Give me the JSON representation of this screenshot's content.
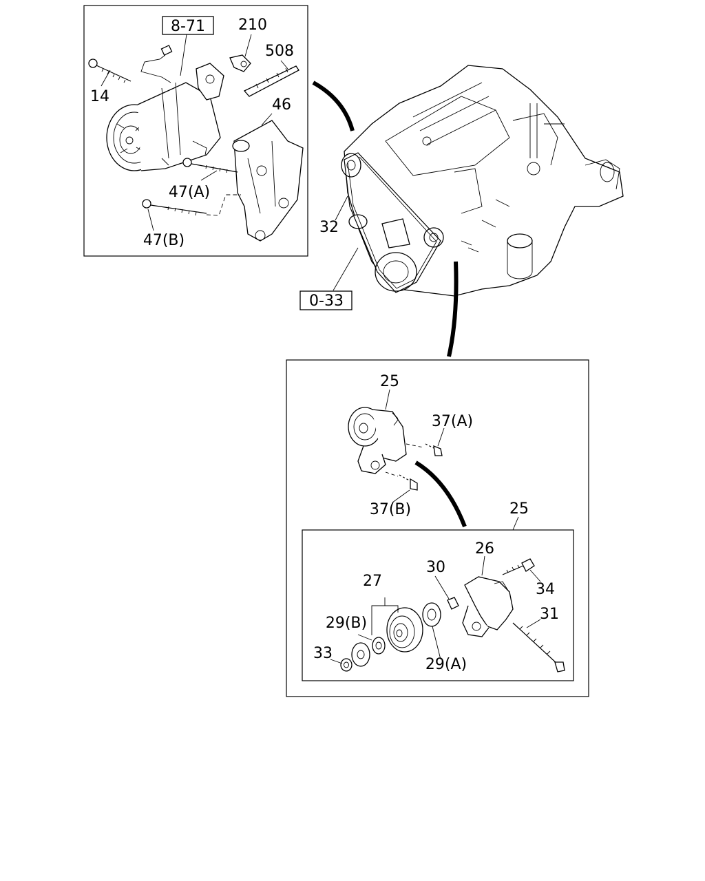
{
  "callouts": {
    "ref_8_71": "8-71",
    "p210": "210",
    "p508": "508",
    "p14": "14",
    "p46": "46",
    "p47a": "47(A)",
    "p47b": "47(B)",
    "p32": "32",
    "ref_0_33": "0-33",
    "p25_top": "25",
    "p37a": "37(A)",
    "p37b": "37(B)",
    "p25_sub": "25",
    "p26": "26",
    "p27": "27",
    "p30": "30",
    "p34": "34",
    "p29b": "29(B)",
    "p31": "31",
    "p33": "33",
    "p29a": "29(A)"
  }
}
